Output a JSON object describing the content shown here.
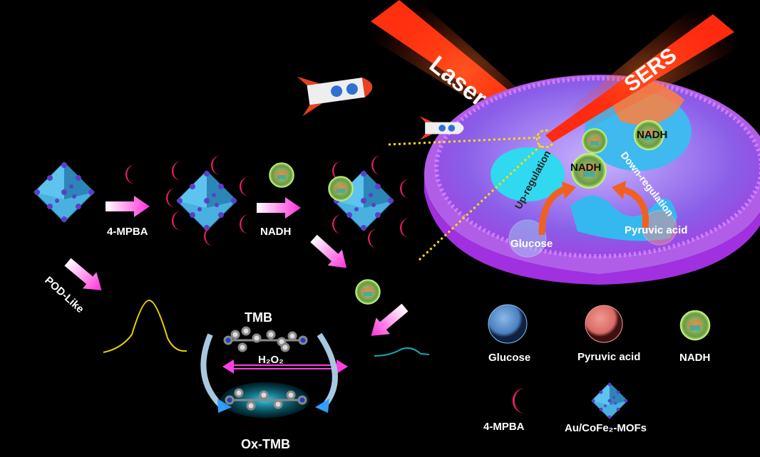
{
  "beams": {
    "laser": "Laser",
    "sers": "SERS"
  },
  "cell": {
    "nadh_top": "NADH",
    "nadh_center": "NADH",
    "up_regulation": "Up-regulation",
    "down_regulation": "Down-regulation",
    "glucose": "Glucose",
    "pyruvic_acid": "Pyruvic acid"
  },
  "flow": {
    "step1_label": "4-MPBA",
    "step2_label": "NADH",
    "pod_like": "POD-Like",
    "tmb": "TMB",
    "h2o2": "H₂O₂",
    "ox_tmb": "Ox-TMB"
  },
  "legend": {
    "glucose": "Glucose",
    "pyruvic_acid": "Pyruvic acid",
    "nadh": "NADH",
    "mpba": "4-MPBA",
    "mof": "Au/CoFe₂-MOFs"
  },
  "colors": {
    "arrow": "#ff44dd",
    "crescent": "#e8205a",
    "mof": "#3a9fd8",
    "cell": "#9a4ce0",
    "laser": "#ff2a10"
  }
}
